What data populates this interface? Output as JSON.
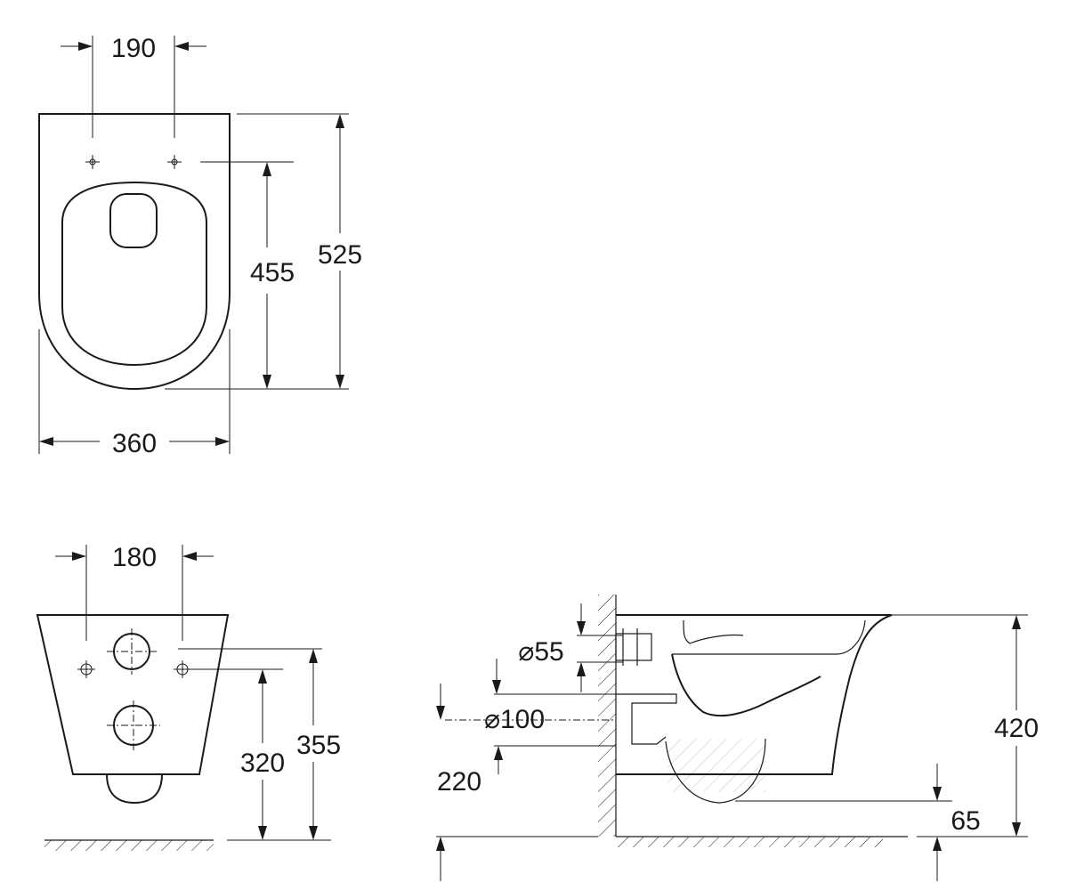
{
  "top_view": {
    "width_label": "360",
    "fixing_spacing_label": "190",
    "fixing_to_front_label": "455",
    "length_label": "525"
  },
  "front_view": {
    "fixing_spacing_label": "180",
    "fixing_height_label": "320",
    "pan_height_label": "355"
  },
  "side_view": {
    "inlet_diameter_label": "⌀55",
    "outlet_diameter_label": "⌀100",
    "outlet_height_label": "220",
    "rim_height_label": "420",
    "pan_bottom_label": "65"
  }
}
